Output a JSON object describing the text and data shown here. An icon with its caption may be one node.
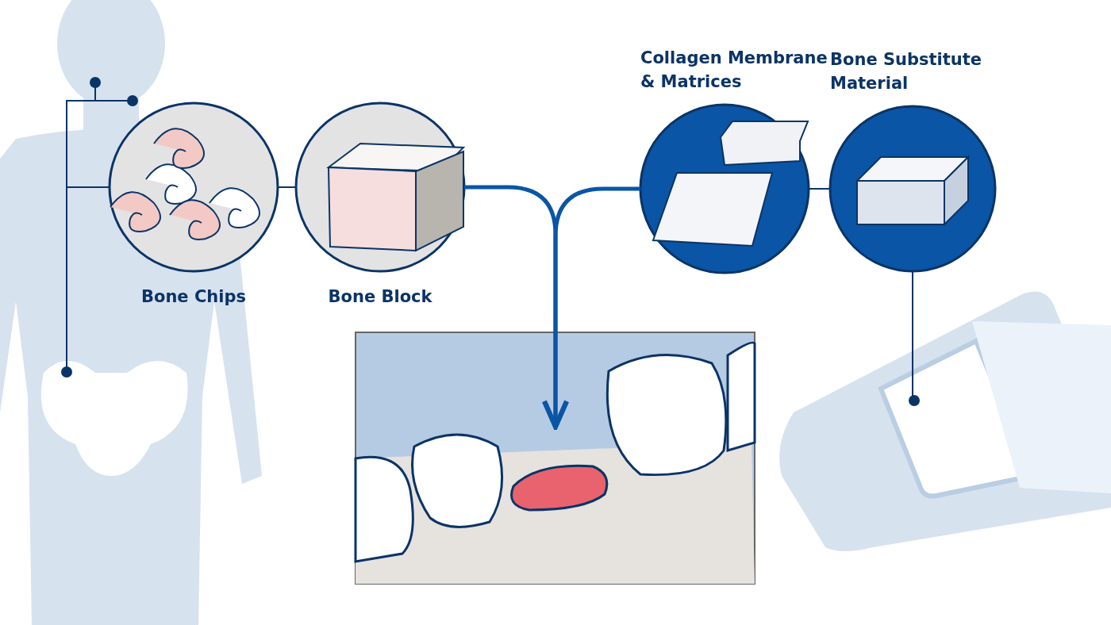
{
  "diagram": {
    "nodes": [
      {
        "text": [],
        "shape": "circle"
      },
      {
        "text": [],
        "shape": "circle"
      },
      {
        "text": [
          "Bone Chips"
        ]
      },
      {
        "text": [
          "Bone Block"
        ]
      },
      {
        "text": [
          "Collagen Membrane & Matrices"
        ]
      },
      {
        "text": [
          "Bone Substitute Material"
        ]
      },
      {
        "text": [],
        "shape": "circle"
      },
      {
        "text": [],
        "shape": "picture"
      },
      {
        "text": [],
        "shape": "circle"
      }
    ],
    "edges": [
      {
        "from": 0,
        "to": 2,
        "arrow": "none"
      },
      {
        "from": 1,
        "to": 2,
        "arrow": "none"
      },
      {
        "from": 6,
        "to": 2,
        "arrow": "none"
      },
      {
        "from": 2,
        "to": 3,
        "arrow": "none"
      },
      {
        "from": 3,
        "to": 7,
        "arrow": "to",
        "style": "thick",
        "color": "#0a55a5"
      },
      {
        "from": 4,
        "to": 7,
        "arrow": "to",
        "style": "thick",
        "color": "#0a55a5"
      },
      {
        "from": 4,
        "to": 5,
        "arrow": "none"
      },
      {
        "from": 5,
        "to": 8,
        "arrow": "none"
      }
    ]
  }
}
